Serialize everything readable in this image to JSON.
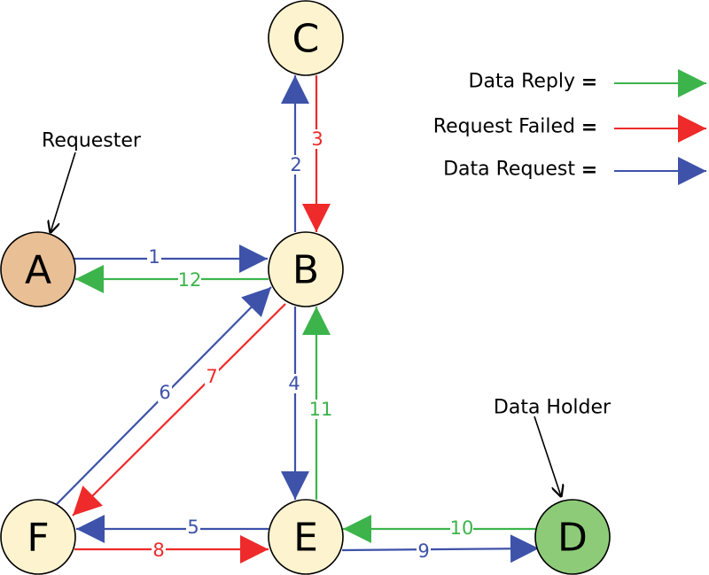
{
  "colors": {
    "reply": "#3cb44b",
    "failed": "#ee2a2a",
    "request": "#3d52a8",
    "node_default": "#fdf3cf",
    "node_requester": "#e9bf96",
    "node_holder": "#8ecb78",
    "outline": "#000000",
    "pointer": "#000000"
  },
  "legend": [
    {
      "label": "Data Reply",
      "eq": "=",
      "kind": "reply"
    },
    {
      "label": "Request Failed",
      "eq": "=",
      "kind": "failed"
    },
    {
      "label": "Data Request",
      "eq": "=",
      "kind": "request"
    }
  ],
  "nodes": [
    {
      "id": "A",
      "label": "A",
      "fill": "node_requester"
    },
    {
      "id": "B",
      "label": "B",
      "fill": "node_default"
    },
    {
      "id": "C",
      "label": "C",
      "fill": "node_default"
    },
    {
      "id": "D",
      "label": "D",
      "fill": "node_holder"
    },
    {
      "id": "E",
      "label": "E",
      "fill": "node_default"
    },
    {
      "id": "F",
      "label": "F",
      "fill": "node_default"
    }
  ],
  "edges": [
    {
      "label": "1",
      "from": "A",
      "to": "B",
      "kind": "request"
    },
    {
      "label": "2",
      "from": "B",
      "to": "C",
      "kind": "request"
    },
    {
      "label": "3",
      "from": "C",
      "to": "B",
      "kind": "failed"
    },
    {
      "label": "4",
      "from": "B",
      "to": "E",
      "kind": "request"
    },
    {
      "label": "5",
      "from": "E",
      "to": "F",
      "kind": "request"
    },
    {
      "label": "6",
      "from": "F",
      "to": "B",
      "kind": "request"
    },
    {
      "label": "7",
      "from": "B",
      "to": "F",
      "kind": "failed"
    },
    {
      "label": "8",
      "from": "F",
      "to": "E",
      "kind": "failed"
    },
    {
      "label": "9",
      "from": "E",
      "to": "D",
      "kind": "request"
    },
    {
      "label": "10",
      "from": "D",
      "to": "E",
      "kind": "reply"
    },
    {
      "label": "11",
      "from": "E",
      "to": "B",
      "kind": "reply"
    },
    {
      "label": "12",
      "from": "B",
      "to": "A",
      "kind": "reply"
    }
  ],
  "annotations": [
    {
      "text": "Requester",
      "target": "A"
    },
    {
      "text": "Data Holder",
      "target": "D"
    }
  ]
}
